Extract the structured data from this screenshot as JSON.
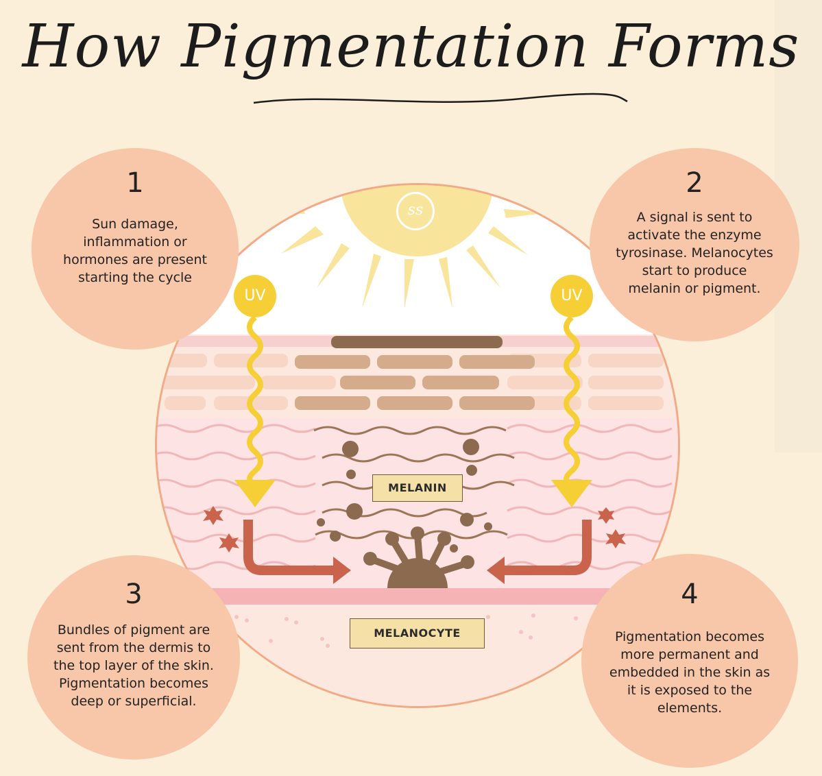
{
  "title": "How Pigmentation Forms",
  "steps": [
    {
      "number": "1",
      "text": "Sun damage,\ninflammation or\nhormones are present\nstarting the cycle"
    },
    {
      "number": "2",
      "text": "A signal is sent to\nactivate the enzyme\ntyrosinase. Melanocytes\nstart to produce\nmelanin or pigment."
    },
    {
      "number": "3",
      "text": "Bundles of pigment are\nsent from the dermis to\nthe top layer of the skin.\nPigmentation becomes\ndeep or superficial."
    },
    {
      "number": "4",
      "text": "Pigmentation becomes\nmore permanent and\nembedded in the skin as\nit is exposed to the\nelements."
    }
  ],
  "labels": {
    "melanin": "MELANIN",
    "melanocyte": "MELANOCYTE",
    "uv": "UV"
  },
  "logo": "ss",
  "colors": {
    "background": "#fbefd9",
    "step_circle": "#f8c6a8",
    "sun": "#f8e49a",
    "uv_yellow": "#f6cf37",
    "arrow_red": "#c9634c",
    "melanin_brown": "#8b6a4f",
    "skin_pink": "#fde3e3"
  }
}
